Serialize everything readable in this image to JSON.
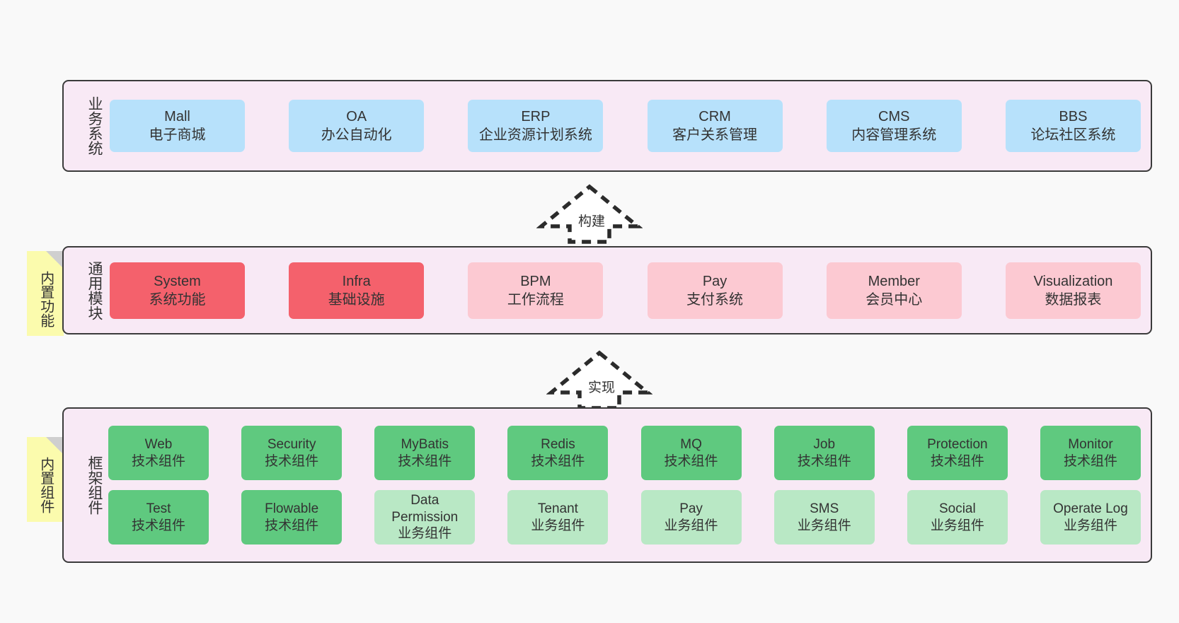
{
  "diagram": {
    "background_color": "#f9f9f9",
    "band_color": "#f8e9f5",
    "border_color": "#3b3b3b"
  },
  "layers": [
    {
      "id": "business-systems",
      "title": "业务系统",
      "card_color": "#b7e1fb",
      "cards": [
        {
          "en": "Mall",
          "cn": "电子商城"
        },
        {
          "en": "OA",
          "cn": "办公自动化"
        },
        {
          "en": "ERP",
          "cn": "企业资源计划系统"
        },
        {
          "en": "CRM",
          "cn": "客户关系管理"
        },
        {
          "en": "CMS",
          "cn": "内容管理系统"
        },
        {
          "en": "BBS",
          "cn": "论坛社区系统"
        }
      ]
    },
    {
      "id": "common-modules",
      "title": "通用模块",
      "card_color_primary": "#f4616c",
      "card_color_secondary": "#fcc9d2",
      "cards": [
        {
          "en": "System",
          "cn": "系统功能",
          "variant": "red"
        },
        {
          "en": "Infra",
          "cn": "基础设施",
          "variant": "red"
        },
        {
          "en": "BPM",
          "cn": "工作流程",
          "variant": "pink"
        },
        {
          "en": "Pay",
          "cn": "支付系统",
          "variant": "pink"
        },
        {
          "en": "Member",
          "cn": "会员中心",
          "variant": "pink"
        },
        {
          "en": "Visualization",
          "cn": "数据报表",
          "variant": "pink"
        }
      ]
    },
    {
      "id": "framework-components",
      "title": "框架组件",
      "card_color_primary": "#5fc97f",
      "card_color_secondary": "#b9e8c5",
      "rows": [
        [
          {
            "en": "Web",
            "cn": "技术组件",
            "variant": "green"
          },
          {
            "en": "Security",
            "cn": "技术组件",
            "variant": "green"
          },
          {
            "en": "MyBatis",
            "cn": "技术组件",
            "variant": "green"
          },
          {
            "en": "Redis",
            "cn": "技术组件",
            "variant": "green"
          },
          {
            "en": "MQ",
            "cn": "技术组件",
            "variant": "green"
          },
          {
            "en": "Job",
            "cn": "技术组件",
            "variant": "green"
          },
          {
            "en": "Protection",
            "cn": "技术组件",
            "variant": "green"
          },
          {
            "en": "Monitor",
            "cn": "技术组件",
            "variant": "green"
          }
        ],
        [
          {
            "en": "Test",
            "cn": "技术组件",
            "variant": "green"
          },
          {
            "en": "Flowable",
            "cn": "技术组件",
            "variant": "green"
          },
          {
            "en": "Data Permission",
            "cn": "业务组件",
            "variant": "lgreen"
          },
          {
            "en": "Tenant",
            "cn": "业务组件",
            "variant": "lgreen"
          },
          {
            "en": "Pay",
            "cn": "业务组件",
            "variant": "lgreen"
          },
          {
            "en": "SMS",
            "cn": "业务组件",
            "variant": "lgreen"
          },
          {
            "en": "Social",
            "cn": "业务组件",
            "variant": "lgreen"
          },
          {
            "en": "Operate Log",
            "cn": "业务组件",
            "variant": "lgreen"
          }
        ]
      ]
    }
  ],
  "sticky_notes": [
    {
      "id": "builtin-features",
      "label": "内置功能",
      "color": "#fbfbad"
    },
    {
      "id": "builtin-components",
      "label": "内置组件",
      "color": "#fbfbad"
    }
  ],
  "arrows": [
    {
      "id": "build-arrow",
      "label": "构建",
      "style": "dashed-hollow-up"
    },
    {
      "id": "implement-arrow",
      "label": "实现",
      "style": "dashed-hollow-up"
    }
  ]
}
